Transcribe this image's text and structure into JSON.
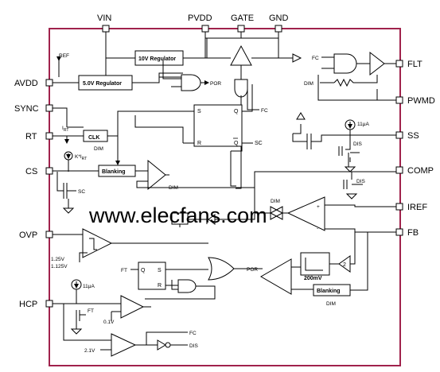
{
  "diagram": {
    "border_color": "#a0224c",
    "watermark_color": "#e8242a",
    "watermark": "www.elecfans.com",
    "top_pins": [
      "VIN",
      "PVDD",
      "GATE",
      "GND"
    ],
    "left_pins": [
      "AVDD",
      "SYNC",
      "RT",
      "CS",
      "OVP",
      "HCP"
    ],
    "right_pins": [
      "FLT",
      "PWMD",
      "SS",
      "COMP",
      "IREF",
      "FB"
    ],
    "blocks": {
      "reg10": "10V Regulator",
      "reg5": "5.0V Regulator",
      "clk": "CLK",
      "blank1": "Blanking",
      "blank2": "Blanking",
      "v200": "200mV",
      "x2": "2"
    },
    "ff1": {
      "s": "S",
      "q": "Q",
      "r": "R",
      "qbar": "Q",
      "out": "SC"
    },
    "ff2": {
      "q": "Q",
      "s": "S",
      "r": "R"
    },
    "labels": {
      "ref": "REF",
      "por1": "POR",
      "fc1": "FC",
      "fc2": "FC",
      "dim1": "DIM",
      "dim_clk": "DIM",
      "dim_cs": "DIM",
      "dim_iref": "DIM",
      "dim_blank": "DIM",
      "dis1": "DIS",
      "dis2": "DIS",
      "dis3": "DIS",
      "i11a": "11μA",
      "i11b": "11μA",
      "irt": "I",
      "irt_sub": "RT",
      "kirt": "K*I",
      "kirt_sub": "RT",
      "sc1": "SC",
      "ft1": "FT",
      "ft2": "FT",
      "por2": "POR",
      "fc3": "FC",
      "v125": "1.25V",
      "v1125": "1.125V",
      "v01": "0.1V",
      "v21": "2.1V",
      "plus": "+",
      "minus": "-"
    }
  }
}
